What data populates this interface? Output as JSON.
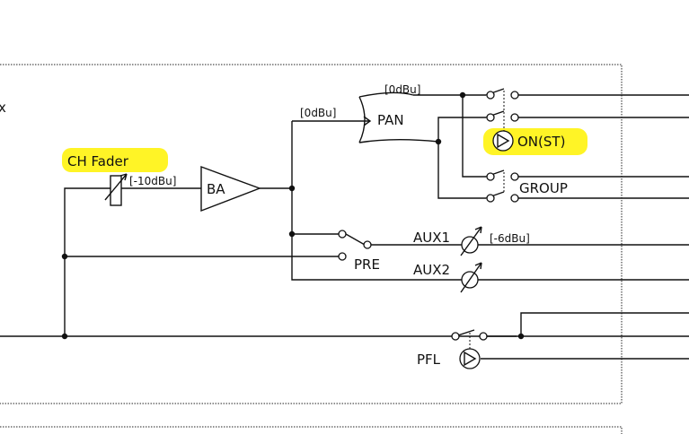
{
  "labels": {
    "ch_fader": "CH Fader",
    "ch_fader_level": "[-10dBu]",
    "ba": "BA",
    "pan": "PAN",
    "pan_in_level": "[0dBu]",
    "pan_out_level": "[0dBu]",
    "on_st": "ON(ST)",
    "group": "GROUP",
    "aux1": "AUX1",
    "aux1_level": "[-6dBu]",
    "aux2": "AUX2",
    "pre": "PRE",
    "pfl": "PFL",
    "edge_char": "x"
  },
  "colors": {
    "highlight": "#fff200",
    "line": "#111111"
  }
}
